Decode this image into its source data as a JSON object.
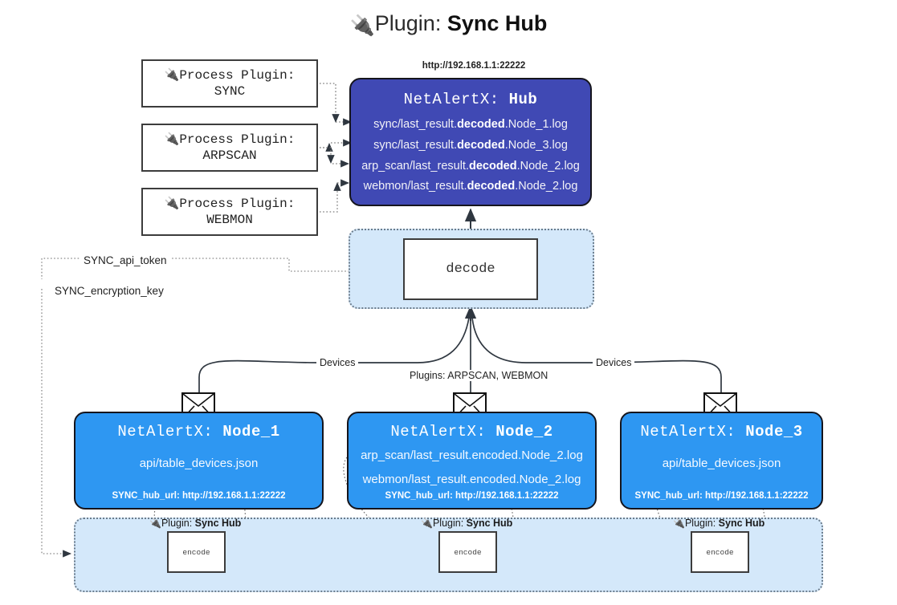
{
  "title": {
    "icon": "plug-icon",
    "prefix": "Plugin:",
    "name": "Sync Hub"
  },
  "process_plugins": [
    {
      "icon": "plug-icon",
      "line1": "Process Plugin:",
      "line2": "SYNC"
    },
    {
      "icon": "plug-icon",
      "line1": "Process Plugin:",
      "line2": "ARPSCAN"
    },
    {
      "icon": "plug-icon",
      "line1": "Process Plugin:",
      "line2": "WEBMON"
    }
  ],
  "hub": {
    "url": "http://192.168.1.1:22222",
    "title_prefix": "NetAlertX:",
    "title_name": "Hub",
    "color": "#4049b4",
    "logs": [
      {
        "pre": "sync/last_result.",
        "em": "decoded",
        "post": ".Node_1.log"
      },
      {
        "pre": "sync/last_result.",
        "em": "decoded",
        "post": ".Node_3.log"
      },
      {
        "pre": "arp_scan/last_result.",
        "em": "decoded",
        "post": ".Node_2.log"
      },
      {
        "pre": "webmon/last_result.",
        "em": "decoded",
        "post": ".Node_2.log"
      }
    ]
  },
  "decode": {
    "label": "decode",
    "group_color": "#d4e8fa"
  },
  "keys": {
    "api_token": "SYNC_api_token",
    "encryption_key": "SYNC_encryption_key"
  },
  "edge_labels": {
    "devices_left": "Devices",
    "devices_right": "Devices",
    "plugins_center": "Plugins: ARPSCAN, WEBMON"
  },
  "nodes": [
    {
      "title_prefix": "NetAlertX:",
      "title_name": "Node_1",
      "color": "#2e97f2",
      "lines": [
        "api/table_devices.json"
      ],
      "footer": "SYNC_hub_url: http://192.168.1.1:22222",
      "envelope_icon": "envelope-icon"
    },
    {
      "title_prefix": "NetAlertX:",
      "title_name": "Node_2",
      "color": "#2e97f2",
      "lines": [
        "arp_scan/last_result.encoded.Node_2.log",
        "webmon/last_result.encoded.Node_2.log"
      ],
      "footer": "SYNC_hub_url: http://192.168.1.1:22222",
      "envelope_icon": "envelope-icon"
    },
    {
      "title_prefix": "NetAlertX:",
      "title_name": "Node_3",
      "color": "#2e97f2",
      "lines": [
        "api/table_devices.json"
      ],
      "footer": "SYNC_hub_url: http://192.168.1.1:22222",
      "envelope_icon": "envelope-icon"
    }
  ],
  "encode_group": {
    "color": "#d4e8fa",
    "items": [
      {
        "icon": "plug-icon",
        "label_prefix": "Plugin:",
        "label_name": "Sync Hub",
        "box": "encode"
      },
      {
        "icon": "plug-icon",
        "label_prefix": "Plugin:",
        "label_name": "Sync Hub",
        "box": "encode"
      },
      {
        "icon": "plug-icon",
        "label_prefix": "Plugin:",
        "label_name": "Sync Hub",
        "box": "encode"
      }
    ]
  }
}
